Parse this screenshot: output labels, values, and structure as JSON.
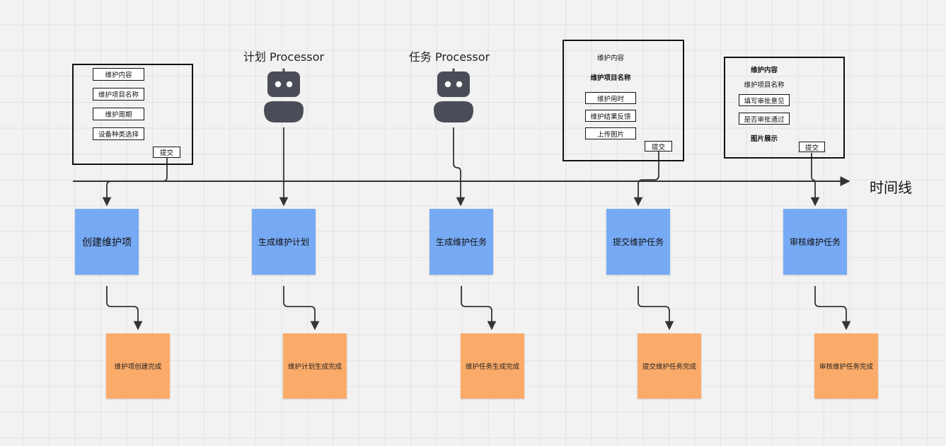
{
  "processors": [
    {
      "label": "计划 Processor",
      "icon": "robot-icon"
    },
    {
      "label": "任务 Processor",
      "icon": "robot-icon"
    }
  ],
  "form1": {
    "fields": [
      "维护内容",
      "维护项目名称",
      "维护周期",
      "设备种类选择"
    ],
    "submit": "提交"
  },
  "form2": {
    "title": "维护内容",
    "subtitle": "维护项目名称",
    "fields": [
      "维护用时",
      "维护结果反馈",
      "上传图片"
    ],
    "submit": "提交"
  },
  "form3": {
    "title": "维护内容",
    "subtitle": "维护项目名称",
    "fields": [
      "填写审批意见",
      "是否审批通过"
    ],
    "caption": "图片展示",
    "submit": "提交"
  },
  "timeline": {
    "label": "时间线"
  },
  "steps": [
    "创建维护项",
    "生成维护计划",
    "生成维护任务",
    "提交维护任务",
    "审核维护任务"
  ],
  "results": [
    "维护项创建完成",
    "维护计划生成完成",
    "维护任务生成完成",
    "提交维护任务完成",
    "审核维护任务完成"
  ],
  "colors": {
    "step": "#77aaf4",
    "result": "#fbab69",
    "robot": "#4a4d57",
    "line": "#333333"
  }
}
